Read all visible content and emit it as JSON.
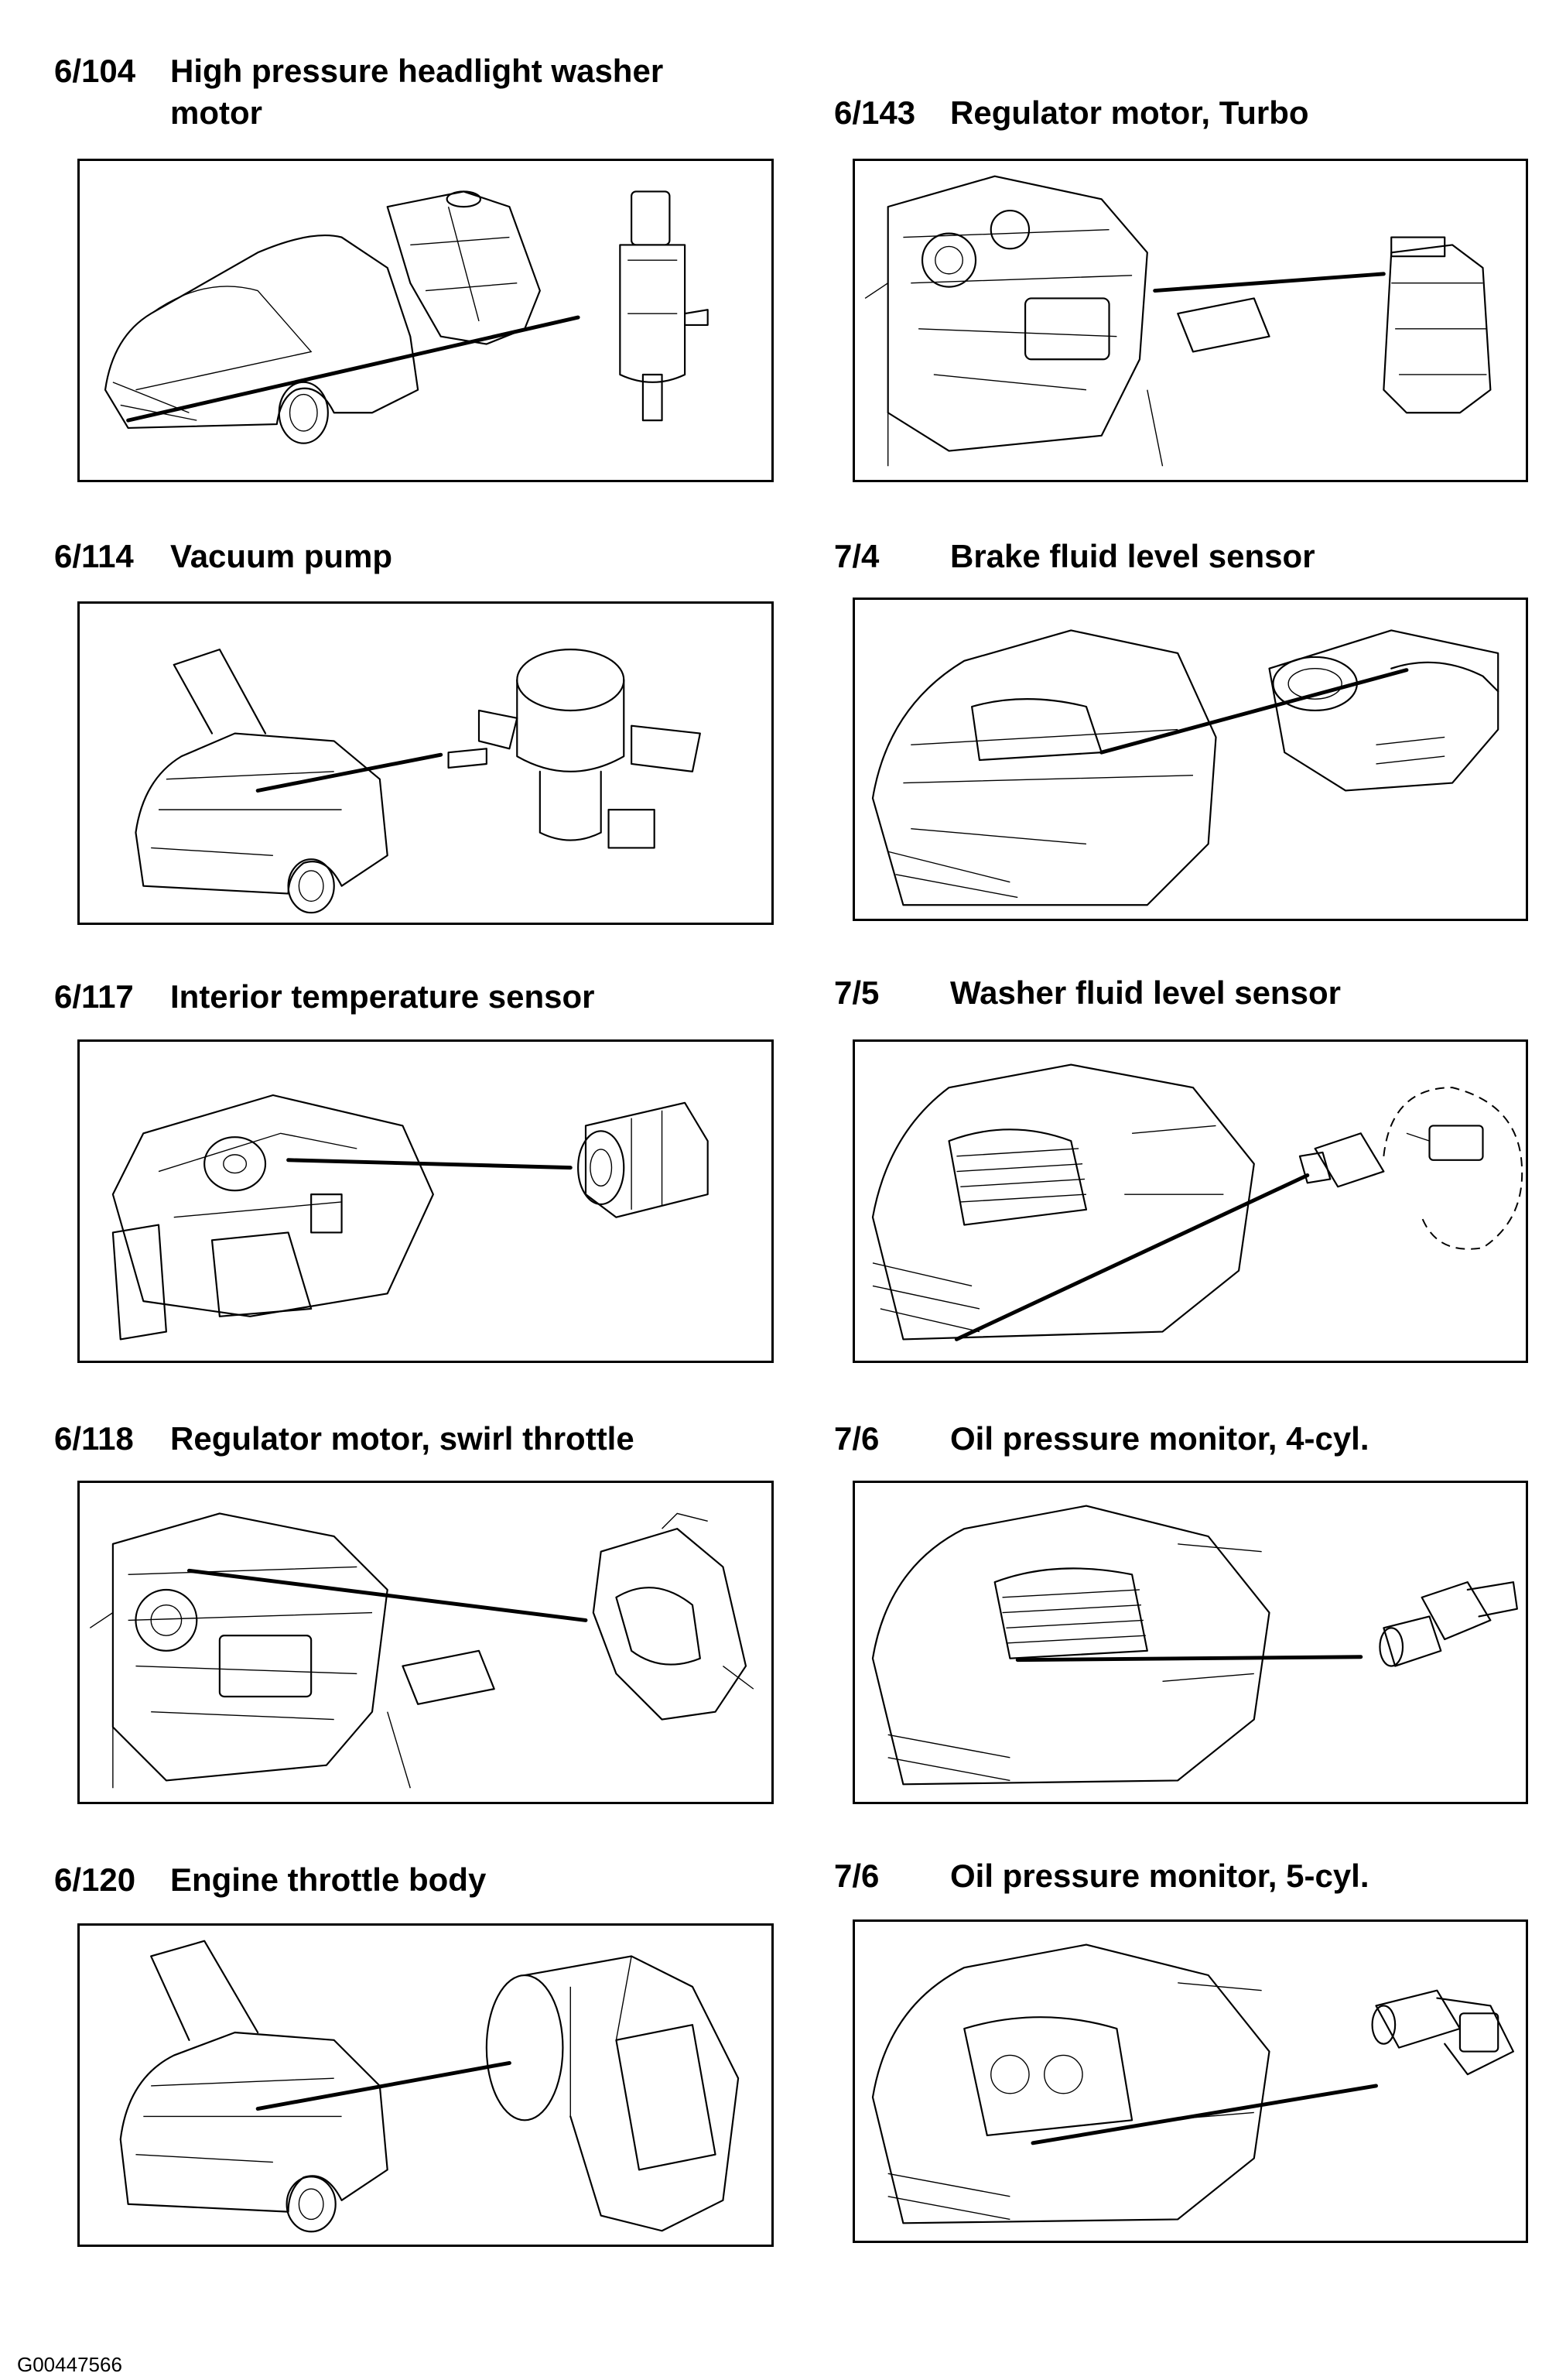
{
  "items": [
    {
      "code": "6/104",
      "title": "High pressure headlight washer",
      "title2": "motor"
    },
    {
      "code": "6/143",
      "title": "Regulator motor, Turbo"
    },
    {
      "code": "6/114",
      "title": "Vacuum pump"
    },
    {
      "code": "7/4",
      "title": "Brake fluid level sensor"
    },
    {
      "code": "6/117",
      "title": "Interior temperature sensor"
    },
    {
      "code": "7/5",
      "title": "Washer fluid level sensor"
    },
    {
      "code": "6/118",
      "title": "Regulator motor, swirl throttle"
    },
    {
      "code": "7/6",
      "title": "Oil pressure monitor, 4-cyl."
    },
    {
      "code": "6/120",
      "title": "Engine throttle body"
    },
    {
      "code": "7/6",
      "title": "Oil pressure monitor, 5-cyl."
    }
  ],
  "footer": {
    "figure_id": "G00447566"
  }
}
